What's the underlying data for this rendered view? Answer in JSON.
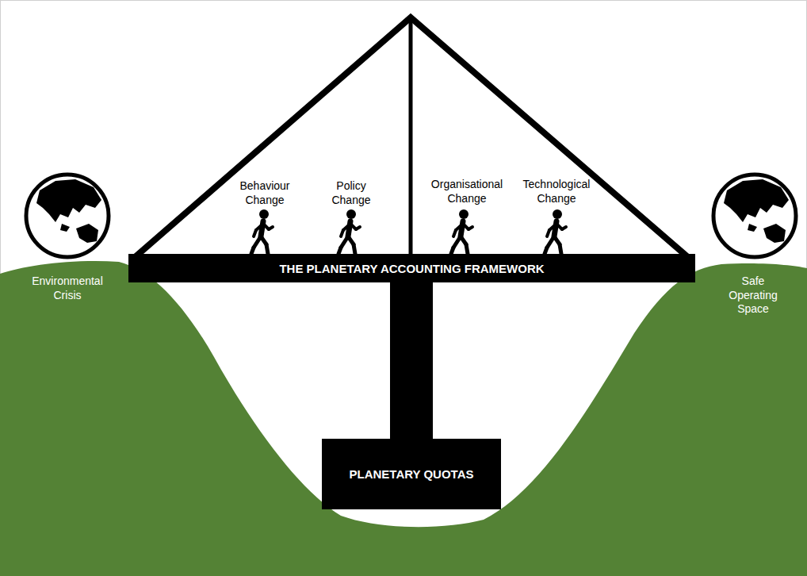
{
  "diagram": {
    "nodes": [
      {
        "text": [
          "THE PLANETARY ACCOUNTING FRAMEWORK"
        ]
      },
      {
        "text": [
          "PLANETARY QUOTAS"
        ]
      }
    ],
    "edges": [
      {
        "from": 0,
        "to": 1,
        "arrow": "none"
      }
    ],
    "labels": [
      "Environmental Crisis",
      "Behaviour Change",
      "Policy Change",
      "Organisational Change",
      "Technological Change",
      "Safe Operating Space"
    ]
  }
}
